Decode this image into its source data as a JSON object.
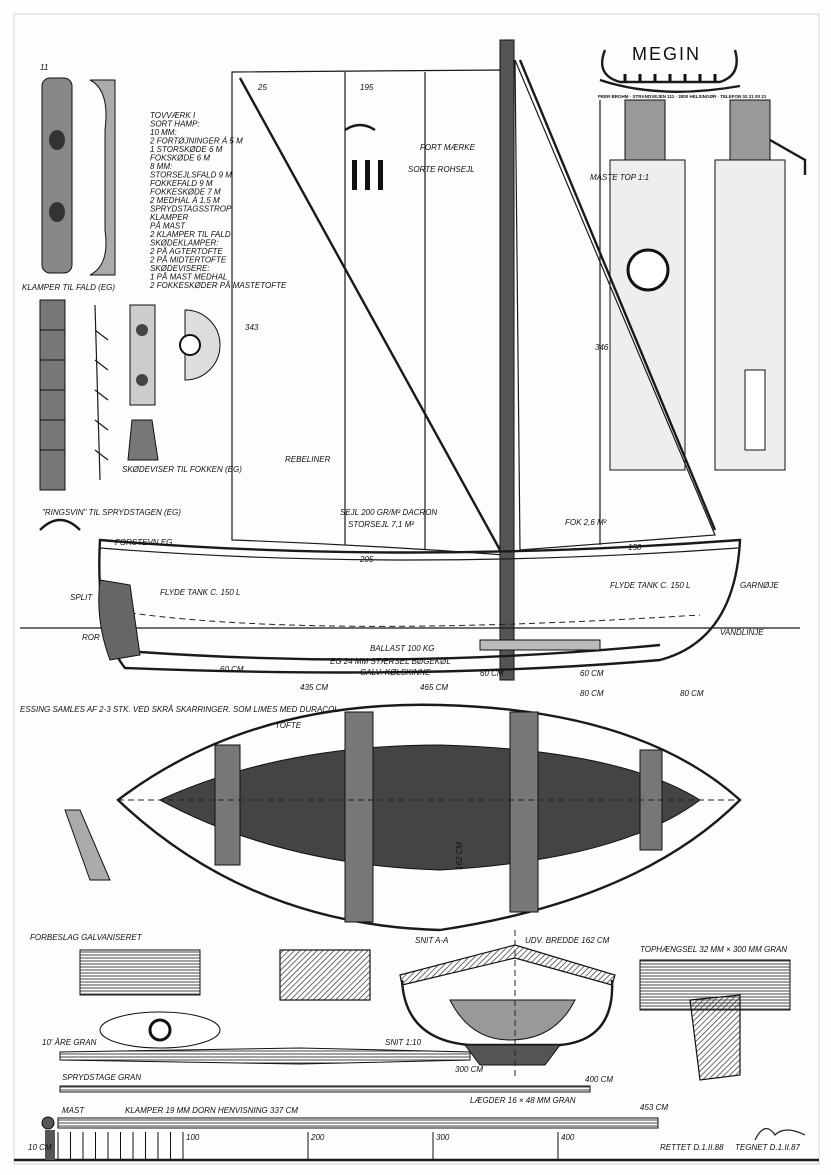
{
  "logo": {
    "name": "MEGIN",
    "address": "PEER BROHM · STRANDVEJEN 111 · 3000 HELSINGØR · TELEFON 02 21 00 21"
  },
  "labels": {
    "sheet_no": "11",
    "rigging_notes": [
      "TOVVÆRK I",
      "SORT HAMP:",
      "10 MM:",
      "2 FORTØJNINGER Á 5 M",
      "1 STORSKØDE 6 M",
      "FOKSKØDE 6 M",
      "8 MM:",
      "STORSEJLSFALD 9 M",
      "FOKKEFALD 9 M",
      "FOKKESKØDE 7 M",
      "2 MEDHAL Á 1,5 M",
      "SPRYDSTAGSSTROP",
      "KLAMPER",
      "PÅ MAST",
      "2 KLAMPER TIL FALD",
      "SKØDEKLAMPER:",
      "2 PÅ AGTERTOFTE",
      "2 PÅ MIDTERTOFTE",
      "SKØDEVISERE:",
      "1 PÅ MAST MEDHAL",
      "2 FOKKESKØDER PÅ MASTETOFTE"
    ],
    "cleat_caption": "KLAMPER TIL FALD (EG)",
    "fairlead_caption": "SKØDEVISER TIL FOKKEN (EG)",
    "sprit_caption": "\"RINGSVIN\" TIL SPRYDSTAGEN (EG)",
    "sail_mark": "SORTE ROHSEJL",
    "topmark": "FORT MÆRKE",
    "sail_cloth": "SEJL 200 GR/M² DACRON",
    "mainsail_area": "STORSEJL 7,1 M²",
    "jib_area": "FOK 2,6 M²",
    "reef": "REBELINER",
    "dim_top": "195",
    "dim_luff": "343",
    "dim_jib": "346",
    "dim_foot": "205",
    "dim_jibfoot": "150",
    "dim_angle": "25",
    "mast_top": "MASTE TOP 1:1",
    "mast_label": "MAST",
    "forstevn": "FORSTEVN EG",
    "split": "SPLIT",
    "ror": "ROR",
    "garnoje": "GARNØJE",
    "vandlinje": "VANDLINJE",
    "flyde_tank": "FLYDE TANK C. 150 L",
    "ballast": "BALLAST 100 KG",
    "keel": "EG 24 MM STÆRSEL BØGEKØL",
    "keel_band": "GALV. KØLSKINNE",
    "spacing": "60 CM",
    "spacing2": "80 CM",
    "length": "465 CM",
    "length_wl": "435 CM",
    "essing": "ESSING SAMLES AF 2-3 STK. VED SKRÅ SKARRINGER. SOM LIMES MED DURACOL",
    "bredde_label": "162 CM",
    "tofte": "TOFTE",
    "section_title": "SNIT A-A",
    "section_scale": "SNIT 1:10",
    "udv_bredde": "UDV. BREDDE 162 CM",
    "stopper": "FORBESLAG GALVANISERET",
    "tophinge": "TOPHÆNGSEL 32 MM × 300 MM GRAN",
    "laegder": "LÆGDER 16 × 48 MM GRAN",
    "aare": "10' ÅRE GRAN",
    "aare_len": "300 CM",
    "sprydstage": "SPRYDSTAGE GRAN",
    "sprit_len": "400 CM",
    "mast_bottom": "MAST",
    "mast_spec": "KLAMPER   19 MM DORN HENVISNING 337 CM",
    "mast_len": "453 CM",
    "rettet": "RETTET D.1.II.88",
    "tegnet": "TEGNET D.1.II.87",
    "scale_unit": "10 CM",
    "scale_ticks": [
      "100",
      "200",
      "300",
      "400"
    ]
  }
}
